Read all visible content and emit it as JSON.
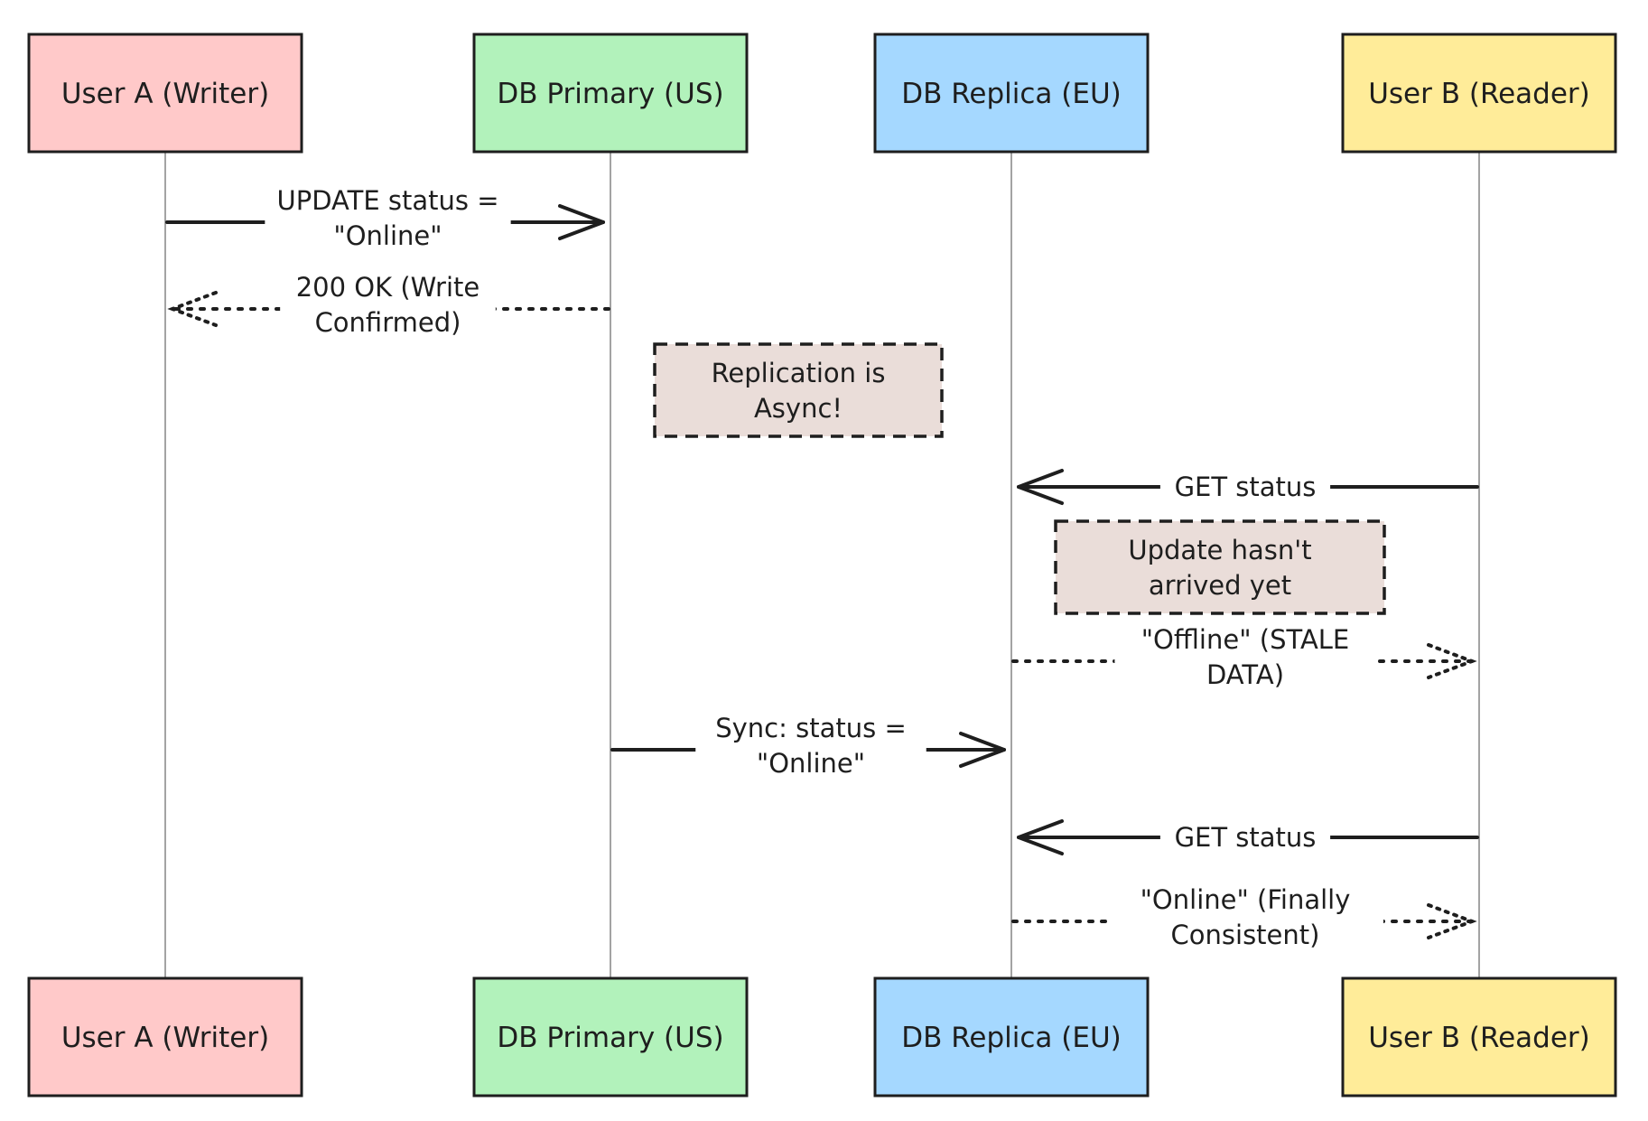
{
  "colors": {
    "user_a": "#ffc9c9",
    "db_primary": "#b2f2bb",
    "db_replica": "#a5d8ff",
    "user_b": "#ffec99",
    "note": "#eaddd9",
    "line": "#1e1e1e",
    "lifeline": "#a3a3a3"
  },
  "participants": [
    {
      "id": "user_a",
      "label": "User A (Writer)"
    },
    {
      "id": "db_primary",
      "label": "DB Primary (US)"
    },
    {
      "id": "db_replica",
      "label": "DB Replica (EU)"
    },
    {
      "id": "user_b",
      "label": "User B (Reader)"
    }
  ],
  "messages": [
    {
      "from": "user_a",
      "to": "db_primary",
      "style": "solid",
      "lines": [
        "UPDATE status =",
        "\"Online\""
      ]
    },
    {
      "from": "db_primary",
      "to": "user_a",
      "style": "dashed",
      "lines": [
        "200 OK (Write",
        "Confirmed)"
      ]
    },
    {
      "from": "user_b",
      "to": "db_replica",
      "style": "solid",
      "lines": [
        "GET status"
      ]
    },
    {
      "from": "db_replica",
      "to": "user_b",
      "style": "dashed",
      "lines": [
        "\"Offline\" (STALE",
        "DATA)"
      ]
    },
    {
      "from": "db_primary",
      "to": "db_replica",
      "style": "solid",
      "lines": [
        "Sync: status =",
        "\"Online\""
      ]
    },
    {
      "from": "user_b",
      "to": "db_replica",
      "style": "solid",
      "lines": [
        "GET status"
      ]
    },
    {
      "from": "db_replica",
      "to": "user_b",
      "style": "dashed",
      "lines": [
        "\"Online\" (Finally",
        "Consistent)"
      ]
    }
  ],
  "notes": [
    {
      "lines": [
        "Replication is",
        "Async!"
      ]
    },
    {
      "lines": [
        "Update hasn't",
        "arrived yet"
      ]
    }
  ]
}
